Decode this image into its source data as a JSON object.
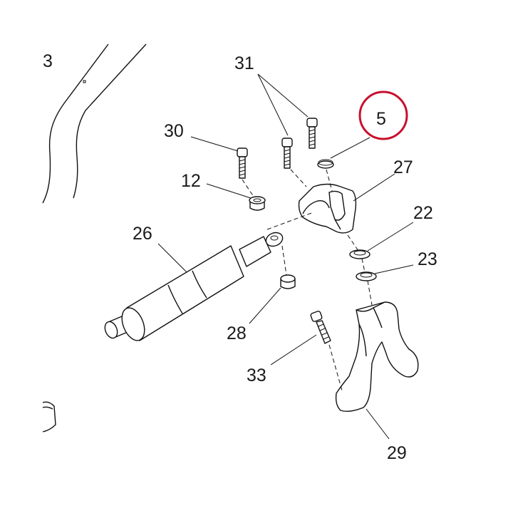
{
  "diagram": {
    "labels": {
      "l3": "3",
      "l31": "31",
      "l5": "5",
      "l30": "30",
      "l27": "27",
      "l12": "12",
      "l22": "22",
      "l26": "26",
      "l23": "23",
      "l28": "28",
      "l33": "33",
      "l29": "29"
    },
    "highlight": {
      "target": "5",
      "color": "#c8102e"
    }
  }
}
